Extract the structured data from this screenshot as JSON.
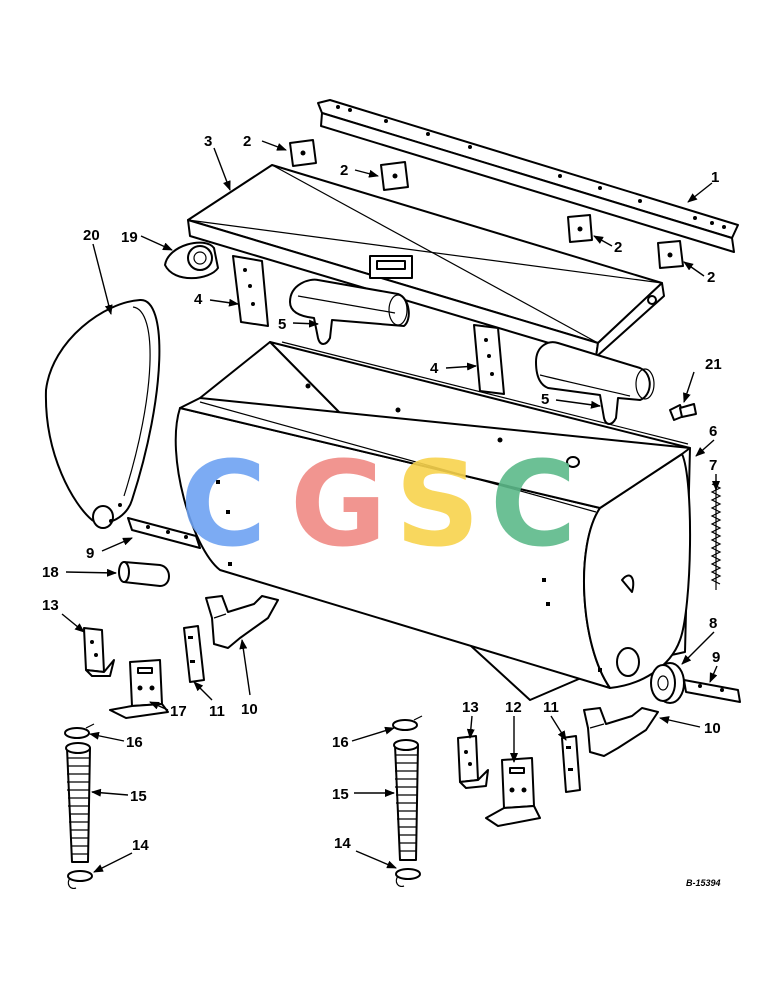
{
  "drawing_ref": "B-15394",
  "watermark": {
    "letters": [
      "C",
      "G",
      "S",
      "C"
    ],
    "colors": [
      "#6ea2f2",
      "#f08a84",
      "#f7d34c",
      "#5cb98a"
    ]
  },
  "callouts": [
    "1",
    "2",
    "2",
    "2",
    "2",
    "3",
    "4",
    "4",
    "5",
    "5",
    "6",
    "7",
    "8",
    "9",
    "9",
    "10",
    "10",
    "11",
    "11",
    "12",
    "13",
    "13",
    "14",
    "14",
    "15",
    "15",
    "16",
    "16",
    "17",
    "18",
    "19",
    "20",
    "21"
  ]
}
